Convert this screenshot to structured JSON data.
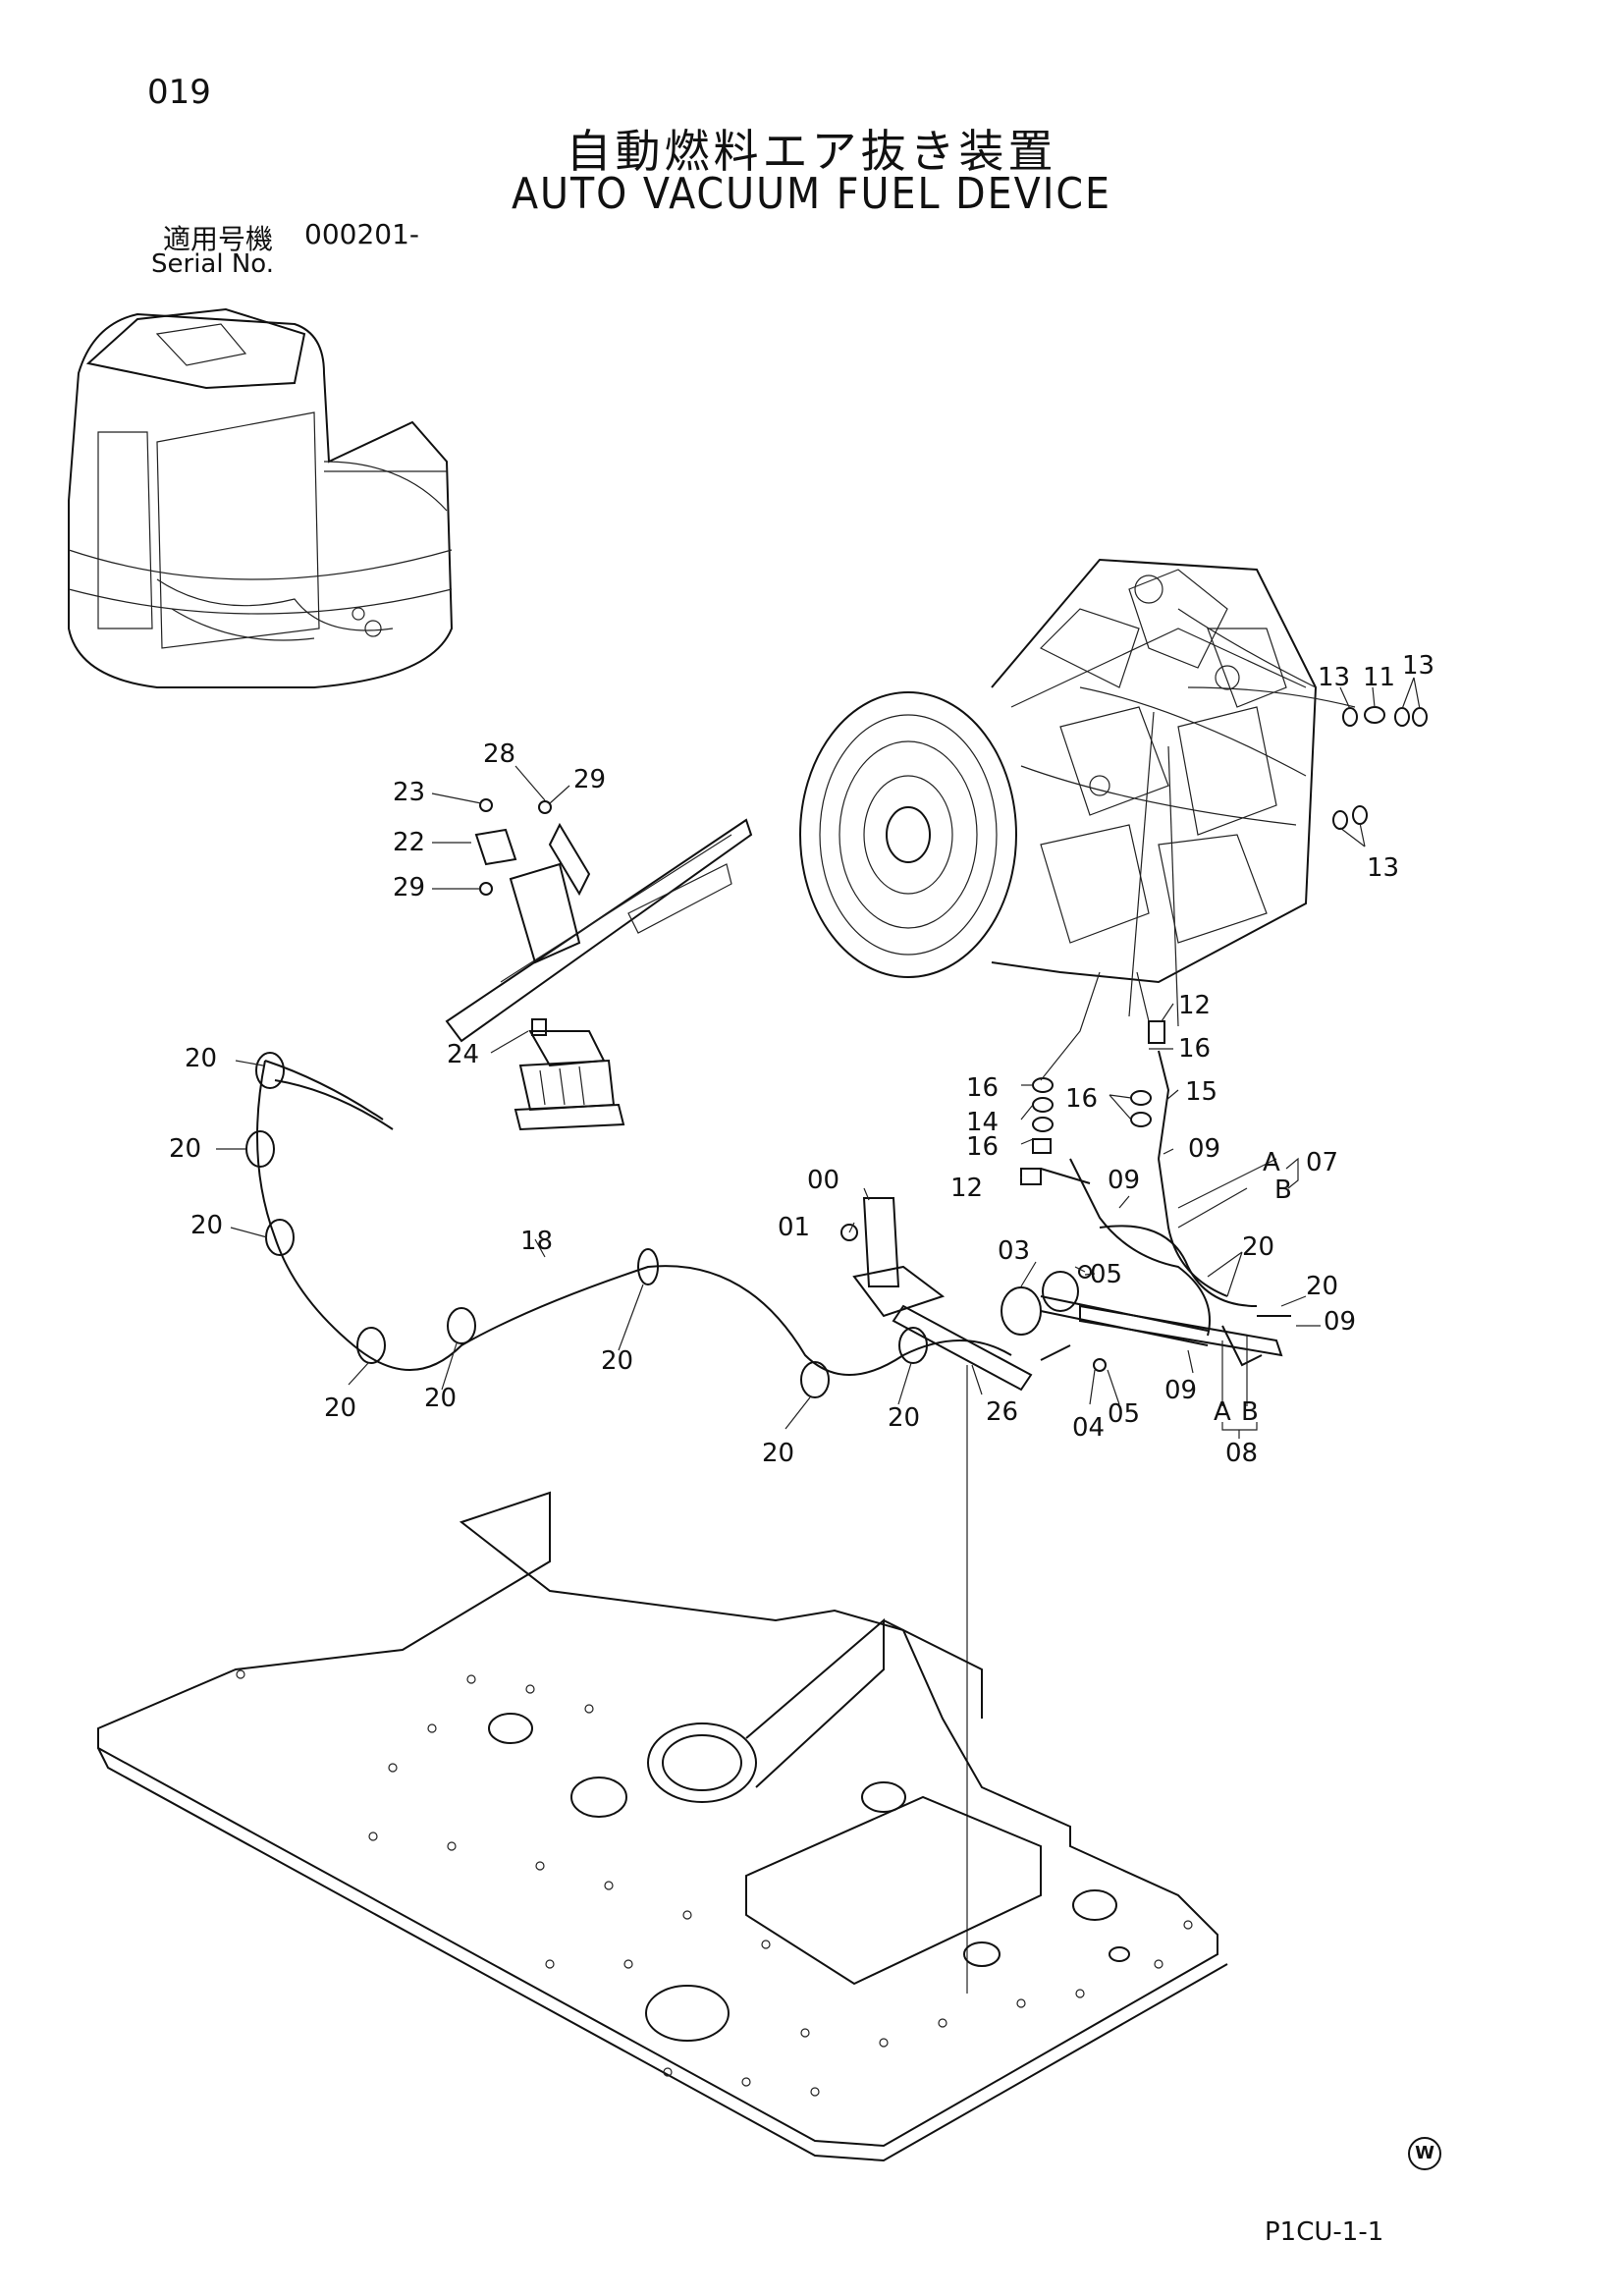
{
  "page_number": "019",
  "title_ja": "自動燃料エア抜き装置",
  "title_en": "AUTO VACUUM FUEL DEVICE",
  "serial": {
    "label_ja": "適用号機",
    "value": "000201-",
    "label_en": "Serial No."
  },
  "page_code": "P1CU-1-1",
  "w_mark": "W",
  "callouts": [
    {
      "id": "c-13a",
      "text": "13"
    },
    {
      "id": "c-11",
      "text": "11"
    },
    {
      "id": "c-13b",
      "text": "13"
    },
    {
      "id": "c-13c",
      "text": "13"
    },
    {
      "id": "c-28",
      "text": "28"
    },
    {
      "id": "c-29a",
      "text": "29"
    },
    {
      "id": "c-23",
      "text": "23"
    },
    {
      "id": "c-22",
      "text": "22"
    },
    {
      "id": "c-29b",
      "text": "29"
    },
    {
      "id": "c-24",
      "text": "24"
    },
    {
      "id": "c-12a",
      "text": "12"
    },
    {
      "id": "c-16a",
      "text": "16"
    },
    {
      "id": "c-16b",
      "text": "16"
    },
    {
      "id": "c-15",
      "text": "15"
    },
    {
      "id": "c-16c",
      "text": "16"
    },
    {
      "id": "c-14",
      "text": "14"
    },
    {
      "id": "c-16d",
      "text": "16"
    },
    {
      "id": "c-09a",
      "text": "09"
    },
    {
      "id": "c-09b",
      "text": "09"
    },
    {
      "id": "c-12b",
      "text": "12"
    },
    {
      "id": "c-A1",
      "text": "A"
    },
    {
      "id": "c-B1",
      "text": "B"
    },
    {
      "id": "c-07",
      "text": "07"
    },
    {
      "id": "c-00",
      "text": "00"
    },
    {
      "id": "c-01",
      "text": "01"
    },
    {
      "id": "c-03",
      "text": "03"
    },
    {
      "id": "c-05a",
      "text": "05"
    },
    {
      "id": "c-20a",
      "text": "20"
    },
    {
      "id": "c-20b",
      "text": "20"
    },
    {
      "id": "c-09c",
      "text": "09"
    },
    {
      "id": "c-09d",
      "text": "09"
    },
    {
      "id": "c-04",
      "text": "04"
    },
    {
      "id": "c-05b",
      "text": "05"
    },
    {
      "id": "c-A2",
      "text": "A"
    },
    {
      "id": "c-B2",
      "text": "B"
    },
    {
      "id": "c-08",
      "text": "08"
    },
    {
      "id": "c-18",
      "text": "18"
    },
    {
      "id": "c-20c",
      "text": "20"
    },
    {
      "id": "c-20d",
      "text": "20"
    },
    {
      "id": "c-20e",
      "text": "20"
    },
    {
      "id": "c-20f",
      "text": "20"
    },
    {
      "id": "c-20g",
      "text": "20"
    },
    {
      "id": "c-20h",
      "text": "20"
    },
    {
      "id": "c-20i",
      "text": "20"
    },
    {
      "id": "c-20j",
      "text": "20"
    },
    {
      "id": "c-26",
      "text": "26"
    }
  ]
}
